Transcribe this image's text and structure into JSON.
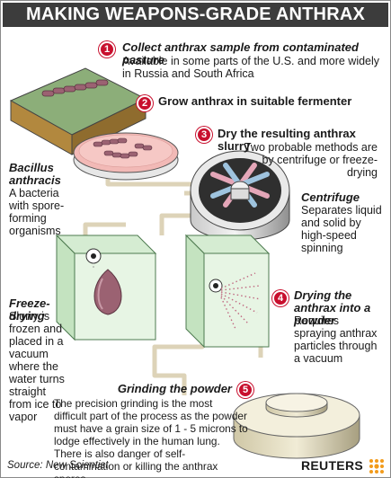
{
  "title": "MAKING WEAPONS-GRADE ANTHRAX",
  "steps": [
    {
      "number": "1",
      "heading": "Collect anthrax sample from contaminated pasture",
      "body": "Available in some parts of the U.S. and more widely in Russia and South Africa"
    },
    {
      "number": "2",
      "heading": "Grow anthrax in suitable fermenter"
    },
    {
      "number": "3",
      "heading": "Dry the resulting anthrax slurry",
      "body": "Two probable methods are by centrifuge or freeze-drying"
    },
    {
      "number": "4",
      "heading": "Drying the anthrax into a powder",
      "body": "Requires spraying anthrax particles through a vacuum"
    },
    {
      "number": "5",
      "heading": "Grinding the powder",
      "body": "The precision grinding is the most difficult part of the process as the powder must have a grain size of 1 - 5 microns to lodge effectively in the human lung. There is also danger of self-contamination or killing the anthrax spores"
    }
  ],
  "bacillus": {
    "heading": "Bacillus anthracis",
    "body": "A bacteria with spore-forming organisms"
  },
  "centrifuge": {
    "heading": "Centrifuge",
    "body": "Separates liquid and solid by high-speed spinning"
  },
  "freeze_drying": {
    "heading": "Freeze-drying",
    "body": "Slurry is frozen and placed in a vacuum where the water turns straight from ice to vapor"
  },
  "source": "Source: New Scientist",
  "credit": "REUTERS",
  "colors": {
    "accent": "#c8102e",
    "title_bg": "#3c3c3c",
    "pipe": "#ddd3b8",
    "bacteria": "#9b6272",
    "dish": "#f2b9b6"
  }
}
